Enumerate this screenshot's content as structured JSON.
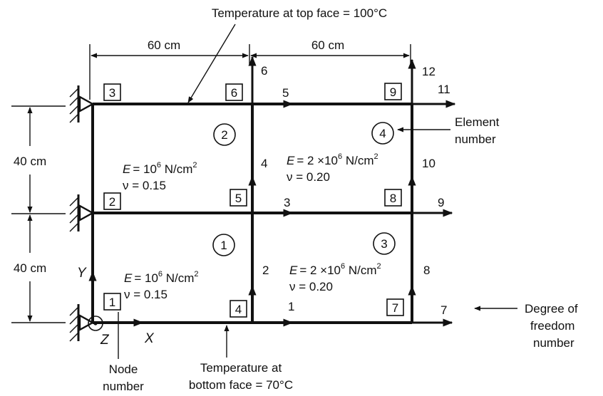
{
  "annotations": {
    "top_temperature": "Temperature at top face = 100°C",
    "bottom_temperature_line1": "Temperature at",
    "bottom_temperature_line2": "bottom face = 70°C",
    "element_number_line1": "Element",
    "element_number_line2": "number",
    "dof_line1": "Degree of",
    "dof_line2": "freedom",
    "dof_line3": "number",
    "node_number_line1": "Node",
    "node_number_line2": "number"
  },
  "dimensions": {
    "width_left": "60 cm",
    "width_right": "60 cm",
    "height_top": "40 cm",
    "height_bottom": "40 cm"
  },
  "axes": {
    "x": "X",
    "y": "Y",
    "z": "Z"
  },
  "nodes": [
    "1",
    "2",
    "3",
    "4",
    "5",
    "6",
    "7",
    "8",
    "9"
  ],
  "elements": [
    "1",
    "2",
    "3",
    "4"
  ],
  "dofs": [
    "1",
    "2",
    "3",
    "4",
    "5",
    "6",
    "7",
    "8",
    "9",
    "10",
    "11",
    "12"
  ],
  "properties": {
    "e1": {
      "e_sym": "E",
      "e_eq": "= 10",
      "e_exp": "6",
      "e_unit": " N/cm",
      "e_unit_exp": "2",
      "nu": "ν = 0.15"
    },
    "e2": {
      "e_sym": "E",
      "e_eq": "= 10",
      "e_exp": "6",
      "e_unit": " N/cm",
      "e_unit_exp": "2",
      "nu": "ν = 0.15"
    },
    "e3": {
      "e_sym": "E",
      "e_eq": "= 2 ×10",
      "e_exp": "6",
      "e_unit": " N/cm",
      "e_unit_exp": "2",
      "nu": "ν = 0.20"
    },
    "e4": {
      "e_sym": "E",
      "e_eq": "= 2 ×10",
      "e_exp": "6",
      "e_unit": " N/cm",
      "e_unit_exp": "2",
      "nu": "ν = 0.20"
    }
  }
}
